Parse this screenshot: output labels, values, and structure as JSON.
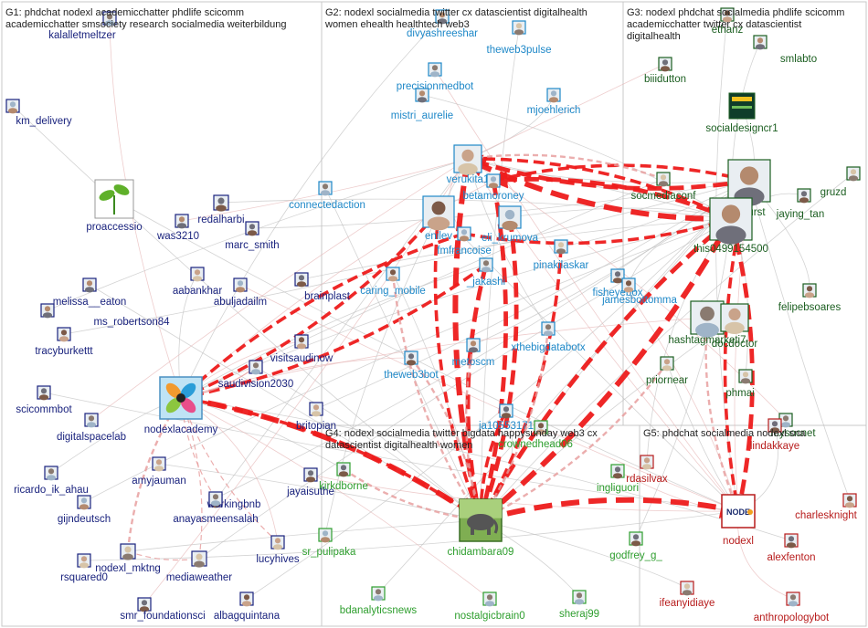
{
  "groups": [
    {
      "id": "G1",
      "label_lines": [
        "G1: phdchat nodexl academicchatter phdlife scicomm",
        "academicchatter smsociety research socialmedia weiterbildung"
      ],
      "color": "#1a237e"
    },
    {
      "id": "G2",
      "label_lines": [
        "G2: nodexl socialmedia twitter cx datascientist digitalhealth",
        "women ehealth healthtech web3"
      ],
      "color": "#1e88c8"
    },
    {
      "id": "G3",
      "label_lines": [
        "G3: nodexl phdchat socialmedia phdlife scicomm",
        "academicchatter twitter cx datascientist",
        "digitalhealth"
      ],
      "color": "#1b5e20"
    },
    {
      "id": "G4",
      "label_lines": [
        "G4: nodexl socialmedia twitter bigdata happysunday web3 cx",
        "datascientist digitalhealth women"
      ],
      "color": "#2e9e2e"
    },
    {
      "id": "G5",
      "label_lines": [
        "G5: phdchat socialmedia nodexl sna"
      ],
      "color": "#b71c1c"
    }
  ],
  "nodes": [
    {
      "id": "kalalletmeltzer",
      "label": "kalalletmeltzer",
      "group": "G1",
      "icon": "avatar"
    },
    {
      "id": "km_delivery",
      "label": "km_delivery",
      "group": "G1",
      "icon": "avatar"
    },
    {
      "id": "proaccessio",
      "label": "proaccessio",
      "group": "G1",
      "icon": "plant-logo"
    },
    {
      "id": "redalharbi",
      "label": "redalharbi",
      "group": "G1",
      "icon": "avatar"
    },
    {
      "id": "was3210",
      "label": "was3210",
      "group": "G1",
      "icon": "avatar"
    },
    {
      "id": "marc_smith",
      "label": "marc_smith",
      "group": "G1",
      "icon": "avatar"
    },
    {
      "id": "aabankhar",
      "label": "aabankhar",
      "group": "G1",
      "icon": "avatar"
    },
    {
      "id": "melissa__eaton",
      "label": "melissa__eaton",
      "group": "G1",
      "icon": "avatar"
    },
    {
      "id": "abuljadailm",
      "label": "abuljadailm",
      "group": "G1",
      "icon": "avatar"
    },
    {
      "id": "brainplast",
      "label": "brainplast",
      "group": "G1",
      "icon": "avatar"
    },
    {
      "id": "ms_robertson84",
      "label": "ms_robertson84",
      "group": "G1",
      "icon": "avatar"
    },
    {
      "id": "tracyburkettt",
      "label": "tracyburkettt",
      "group": "G1",
      "icon": "avatar"
    },
    {
      "id": "visitsaudinow",
      "label": "visitsaudinow",
      "group": "G1",
      "icon": "avatar"
    },
    {
      "id": "saudivision2030",
      "label": "saudivision2030",
      "group": "G1",
      "icon": "avatar"
    },
    {
      "id": "scicommbot",
      "label": "scicommbot",
      "group": "G1",
      "icon": "avatar"
    },
    {
      "id": "nodexlacademy",
      "label": "nodexlacademy",
      "group": "G1",
      "icon": "academy-logo"
    },
    {
      "id": "digitalspacelab",
      "label": "digitalspacelab",
      "group": "G1",
      "icon": "avatar"
    },
    {
      "id": "britopian",
      "label": "britopian",
      "group": "G1",
      "icon": "avatar"
    },
    {
      "id": "ricardo_ik_ahau",
      "label": "ricardo_ik_ahau",
      "group": "G1",
      "icon": "avatar"
    },
    {
      "id": "amyjauman",
      "label": "amyjauman",
      "group": "G1",
      "icon": "avatar"
    },
    {
      "id": "jayaisuthe",
      "label": "jayaisuthe",
      "group": "G1",
      "icon": "avatar"
    },
    {
      "id": "gijndeutsch",
      "label": "gijndeutsch",
      "group": "G1",
      "icon": "avatar"
    },
    {
      "id": "workingbnb",
      "label": "workingbnb",
      "group": "G1",
      "icon": "avatar"
    },
    {
      "id": "anayasmeensalah",
      "label": "anayasmeensalah",
      "group": "G1",
      "icon": "avatar"
    },
    {
      "id": "lucyhives",
      "label": "lucyhives",
      "group": "G1",
      "icon": "avatar"
    },
    {
      "id": "nodexl_mktng",
      "label": "nodexl_mktng",
      "group": "G1",
      "icon": "avatar"
    },
    {
      "id": "rsquared0",
      "label": "rsquared0",
      "group": "G1",
      "icon": "avatar"
    },
    {
      "id": "mediaweather",
      "label": "mediaweather",
      "group": "G1",
      "icon": "avatar"
    },
    {
      "id": "smr_foundationsci",
      "label": "smr_foundationsci",
      "group": "G1",
      "icon": "avatar"
    },
    {
      "id": "albagquintana",
      "label": "albagquintana",
      "group": "G1",
      "icon": "avatar"
    },
    {
      "id": "divyashreeshar",
      "label": "divyashreeshar",
      "group": "G2",
      "icon": "avatar"
    },
    {
      "id": "theweb3pulse",
      "label": "theweb3pulse",
      "group": "G2",
      "icon": "avatar"
    },
    {
      "id": "precisionmedbot",
      "label": "precisionmedbot",
      "group": "G2",
      "icon": "avatar"
    },
    {
      "id": "mistri_aurelie",
      "label": "mistri_aurelie",
      "group": "G2",
      "icon": "avatar"
    },
    {
      "id": "mjoehlerich",
      "label": "mjoehlerich",
      "group": "G2",
      "icon": "avatar"
    },
    {
      "id": "verukita1",
      "label": "verukita1",
      "group": "G2",
      "icon": "avatar"
    },
    {
      "id": "betamoroney",
      "label": "betamoroney",
      "group": "G2",
      "icon": "avatar"
    },
    {
      "id": "connectedaction",
      "label": "connectedaction",
      "group": "G2",
      "icon": "avatar"
    },
    {
      "id": "enilev",
      "label": "enilev",
      "group": "G2",
      "icon": "avatar"
    },
    {
      "id": "eli_krumova",
      "label": "eli_krumova",
      "group": "G2",
      "icon": "avatar"
    },
    {
      "id": "fmfrancoise",
      "label": "fmfrancoise",
      "group": "G2",
      "icon": "avatar"
    },
    {
      "id": "pinakilaskar",
      "label": "pinakilaskar",
      "group": "G2",
      "icon": "avatar"
    },
    {
      "id": "_jakashi",
      "label": "_jakashi",
      "group": "G2",
      "icon": "avatar"
    },
    {
      "id": "caring_mobile",
      "label": "caring_mobile",
      "group": "G2",
      "icon": "avatar"
    },
    {
      "id": "fisheyebox",
      "label": "fisheyebox",
      "group": "G2",
      "icon": "avatar"
    },
    {
      "id": "jamesbottomma",
      "label": "jamesbottomma",
      "group": "G2",
      "icon": "avatar"
    },
    {
      "id": "xthebigdatabotx",
      "label": "xthebigdatabotx",
      "group": "G2",
      "icon": "avatar"
    },
    {
      "id": "metoscm",
      "label": "metoscm",
      "group": "G2",
      "icon": "avatar"
    },
    {
      "id": "theweb3bot",
      "label": "theweb3bot",
      "group": "G2",
      "icon": "avatar"
    },
    {
      "id": "ja10553171",
      "label": "ja10553171",
      "group": "G2",
      "icon": "avatar"
    },
    {
      "id": "ethanz",
      "label": "ethanz",
      "group": "G3",
      "icon": "avatar"
    },
    {
      "id": "smlabto",
      "label": "smlabto",
      "group": "G3",
      "icon": "avatar"
    },
    {
      "id": "biiidutton",
      "label": "biiidutton",
      "group": "G3",
      "icon": "avatar"
    },
    {
      "id": "socialdesigncr1",
      "label": "socialdesigncr1",
      "group": "G3",
      "icon": "social-design-logo"
    },
    {
      "id": "socmediaconf",
      "label": "socmediaconf",
      "group": "G3",
      "icon": "avatar"
    },
    {
      "id": "gruzd",
      "label": "gruzd",
      "group": "G3",
      "icon": "avatar"
    },
    {
      "id": "athurst",
      "label": "athurst",
      "group": "G3",
      "icon": "avatar"
    },
    {
      "id": "jaying_tan",
      "label": "jaying_tan",
      "group": "G3",
      "icon": "avatar"
    },
    {
      "id": "this0499154500",
      "label": "this0499154500",
      "group": "G3",
      "icon": "avatar"
    },
    {
      "id": "felipebsoares",
      "label": "felipebsoares",
      "group": "G3",
      "icon": "avatar"
    },
    {
      "id": "hashtagmarketi7",
      "label": "hashtagmarketi7",
      "group": "G3",
      "icon": "avatar"
    },
    {
      "id": "docdoctor",
      "label": "docdoctor",
      "group": "G3",
      "icon": "avatar"
    },
    {
      "id": "priornear",
      "label": "priornear",
      "group": "G3",
      "icon": "avatar"
    },
    {
      "id": "phmai",
      "label": "phmai",
      "group": "G3",
      "icon": "avatar"
    },
    {
      "id": "mysocnet",
      "label": "mysocnet",
      "group": "G3",
      "icon": "avatar"
    },
    {
      "id": "crownedhead06",
      "label": "crownedhead06",
      "group": "G4",
      "icon": "avatar"
    },
    {
      "id": "kirkdborne",
      "label": "kirkdborne",
      "group": "G4",
      "icon": "avatar"
    },
    {
      "id": "chidambara09",
      "label": "chidambara09",
      "group": "G4",
      "icon": "elephant-photo"
    },
    {
      "id": "ingliguori",
      "label": "ingliguori",
      "group": "G4",
      "icon": "avatar"
    },
    {
      "id": "godfrey_g_",
      "label": "godfrey_g_",
      "group": "G4",
      "icon": "avatar"
    },
    {
      "id": "sr_pulipaka",
      "label": "sr_pulipaka",
      "group": "G4",
      "icon": "avatar"
    },
    {
      "id": "bdanalyticsnews",
      "label": "bdanalyticsnews",
      "group": "G4",
      "icon": "avatar"
    },
    {
      "id": "nostalgicbrain0",
      "label": "nostalgicbrain0",
      "group": "G4",
      "icon": "avatar"
    },
    {
      "id": "sheraj99",
      "label": "sheraj99",
      "group": "G4",
      "icon": "avatar"
    },
    {
      "id": "lindakkaye",
      "label": "lindakkaye",
      "group": "G5",
      "icon": "avatar"
    },
    {
      "id": "rdasilvax",
      "label": "rdasilvax",
      "group": "G5",
      "icon": "avatar"
    },
    {
      "id": "nodexl",
      "label": "nodexl",
      "group": "G5",
      "icon": "nodexl-logo"
    },
    {
      "id": "charlesknight",
      "label": "charlesknight",
      "group": "G5",
      "icon": "avatar"
    },
    {
      "id": "alexfenton",
      "label": "alexfenton",
      "group": "G5",
      "icon": "avatar"
    },
    {
      "id": "ifeanyidiaye",
      "label": "ifeanyidiaye",
      "group": "G5",
      "icon": "avatar"
    },
    {
      "id": "anthropologybot",
      "label": "anthropologybot",
      "group": "G5",
      "icon": "avatar"
    }
  ],
  "edges": [
    {
      "from": "nodexlacademy",
      "to": "chidambara09",
      "weight": 5,
      "style": "dashed"
    },
    {
      "from": "chidambara09",
      "to": "nodexlacademy",
      "weight": 3,
      "style": "dashed"
    },
    {
      "from": "chidambara09",
      "to": "nodexl",
      "weight": 5,
      "style": "dashed"
    },
    {
      "from": "chidambara09",
      "to": "this0499154500",
      "weight": 5,
      "style": "dashed"
    },
    {
      "from": "this0499154500",
      "to": "verukita1",
      "weight": 5,
      "style": "dashed"
    },
    {
      "from": "this0499154500",
      "to": "betamoroney",
      "weight": 4,
      "style": "dashed"
    },
    {
      "from": "athurst",
      "to": "verukita1",
      "weight": 4,
      "style": "dashed"
    },
    {
      "from": "verukita1",
      "to": "chidambara09",
      "weight": 5,
      "style": "dashed"
    },
    {
      "from": "betamoroney",
      "to": "chidambara09",
      "weight": 4,
      "style": "dashed"
    },
    {
      "from": "enilev",
      "to": "chidambara09",
      "weight": 3,
      "style": "dashed"
    },
    {
      "from": "eli_krumova",
      "to": "chidambara09",
      "weight": 4,
      "style": "dashed"
    },
    {
      "from": "_jakashi",
      "to": "chidambara09",
      "weight": 4,
      "style": "dashed"
    },
    {
      "from": "pinakilaskar",
      "to": "chidambara09",
      "weight": 3,
      "style": "dashed"
    },
    {
      "from": "ja10553171",
      "to": "chidambara09",
      "weight": 3,
      "style": "dashed"
    },
    {
      "from": "this0499154500",
      "to": "nodexl",
      "weight": 4,
      "style": "dashed"
    },
    {
      "from": "athurst",
      "to": "nodexl",
      "weight": 3,
      "style": "dashed"
    },
    {
      "from": "enilev",
      "to": "nodexlacademy",
      "weight": 3,
      "style": "dashed"
    },
    {
      "from": "fmfrancoise",
      "to": "nodexlacademy",
      "weight": 3,
      "style": "dashed"
    },
    {
      "from": "_jakashi",
      "to": "nodexlacademy",
      "weight": 3,
      "style": "dashed"
    },
    {
      "from": "kirkdborne",
      "to": "chidambara09",
      "weight": 2,
      "style": "dashed"
    },
    {
      "from": "nodexl_mktng",
      "to": "nodexlacademy",
      "weight": 2,
      "style": "dashed"
    },
    {
      "from": "this0499154500",
      "to": "chidambara09",
      "weight": 4,
      "style": "dashed"
    },
    {
      "from": "verukita1",
      "to": "this0499154500",
      "weight": 3,
      "style": "dashed"
    },
    {
      "from": "fmfrancoise",
      "to": "this0499154500",
      "weight": 3,
      "style": "dashed"
    },
    {
      "from": "betamoroney",
      "to": "athurst",
      "weight": 3,
      "style": "dashed"
    },
    {
      "from": "hashtagmarketi7",
      "to": "nodexl",
      "weight": 2,
      "style": "dashed"
    },
    {
      "from": "priornear",
      "to": "chidambara09",
      "weight": 2,
      "style": "dashed"
    },
    {
      "from": "metoscm",
      "to": "chidambara09",
      "weight": 2,
      "style": "dashed"
    },
    {
      "from": "xthebigdatabotx",
      "to": "chidambara09",
      "weight": 2,
      "style": "dashed"
    },
    {
      "from": "caring_mobile",
      "to": "chidambara09",
      "weight": 2,
      "style": "dashed"
    },
    {
      "from": "theweb3bot",
      "to": "chidambara09",
      "weight": 2,
      "style": "dashed"
    },
    {
      "from": "socmediaconf",
      "to": "verukita1",
      "weight": 2,
      "style": "dashed"
    },
    {
      "from": "anayasmeensalah",
      "to": "nodexlacademy",
      "weight": 1,
      "style": "dashed"
    },
    {
      "from": "mediaweather",
      "to": "nodexlacademy",
      "weight": 1,
      "style": "dashed"
    },
    {
      "from": "lucyhives",
      "to": "nodexlacademy",
      "weight": 1,
      "style": "dashed"
    },
    {
      "from": "nodexl_mktng",
      "to": "mediaweather",
      "weight": 1,
      "style": "dashed"
    },
    {
      "from": "saudivision2030",
      "to": "nodexlacademy",
      "weight": 1,
      "style": "solid"
    }
  ],
  "colors": {
    "strong_edge": "#ee1c1c",
    "faint_edge": "#c0c0c0",
    "group_border": "#c8c8c8"
  }
}
